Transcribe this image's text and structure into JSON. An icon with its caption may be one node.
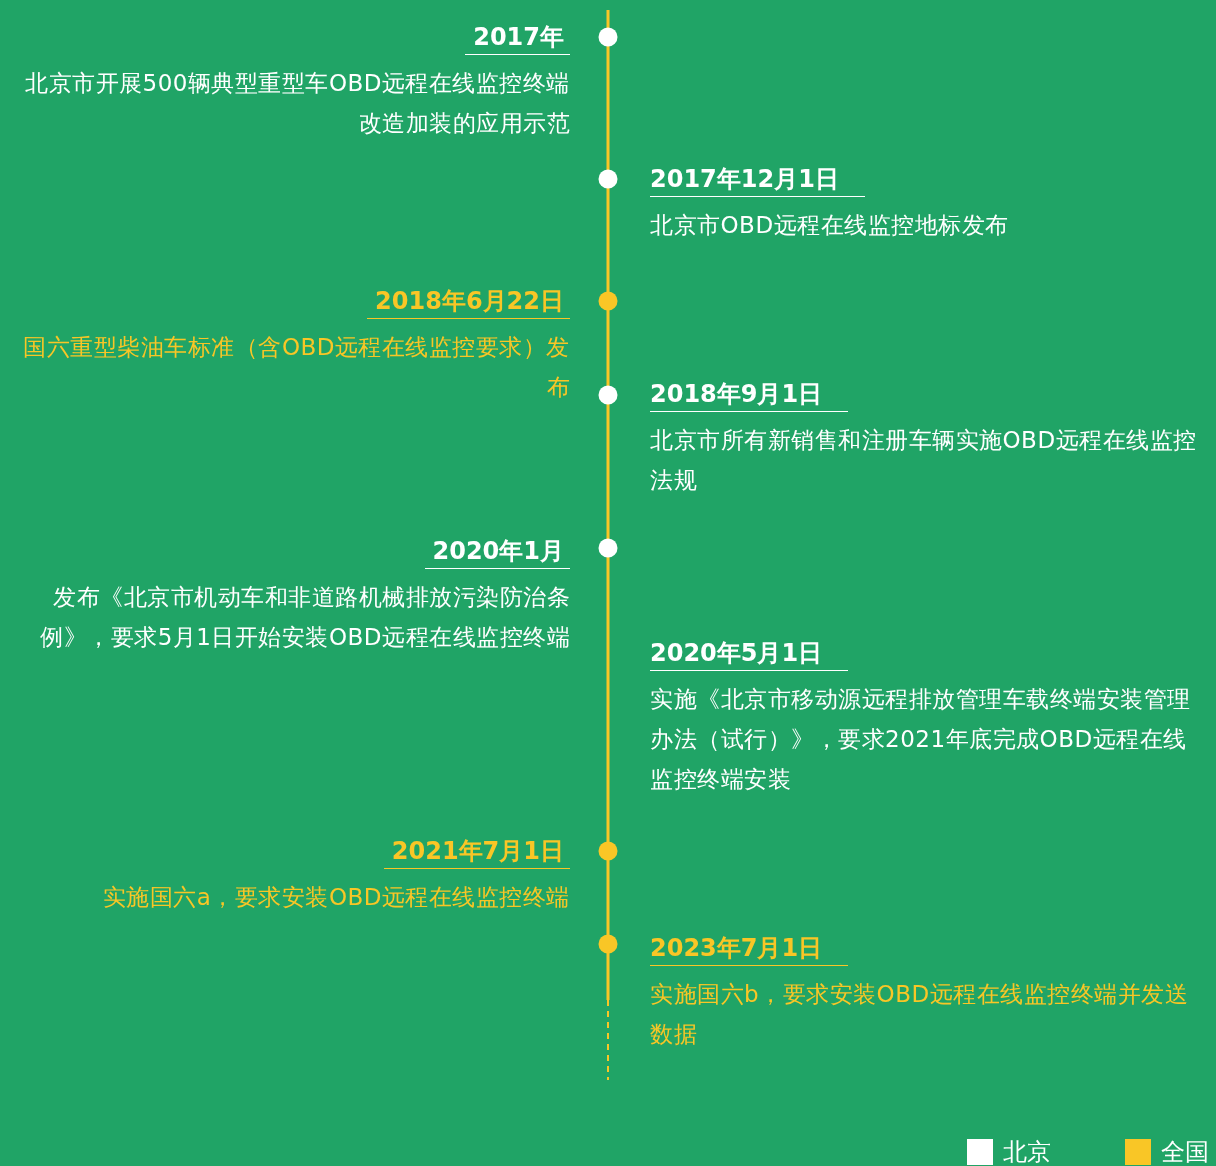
{
  "diagram": {
    "nodes": [
      {
        "text": [
          "2017年",
          "北京市开展500辆典型重型车OBD远程在线监控终端改造加装的应用示范"
        ]
      },
      {
        "text": [
          "2017年12月1日",
          "北京市OBD远程在线监控地标发布"
        ]
      },
      {
        "text": [
          "2018年6月22日",
          "国六重型柴油车标准（含OBD远程在线监控要求）发布"
        ]
      },
      {
        "text": [
          "2018年9月1日",
          "北京市所有新销售和注册车辆实施OBD远程在线监控法规"
        ]
      },
      {
        "text": [
          "2020年1月",
          "发布《北京市机动车和非道路机械排放污染防治条例》，要求5月1日开始安装OBD远程在线监控终端"
        ]
      },
      {
        "text": [
          "2020年5月1日",
          "实施《北京市移动源远程排放管理车载终端安装管理办法（试行）》，要求2021年底完成OBD远程在线监控终端安装"
        ]
      },
      {
        "text": [
          "2021年7月1日",
          "实施国六a，要求安装OBD远程在线监控终端"
        ]
      },
      {
        "text": [
          "2023年7月1日",
          "实施国六b，要求安装OBD远程在线监控终端并发送数据"
        ]
      }
    ],
    "legend": [
      {
        "text": "北京",
        "color": "#ffffff"
      },
      {
        "text": "全国",
        "color": "#f9c626"
      }
    ]
  }
}
